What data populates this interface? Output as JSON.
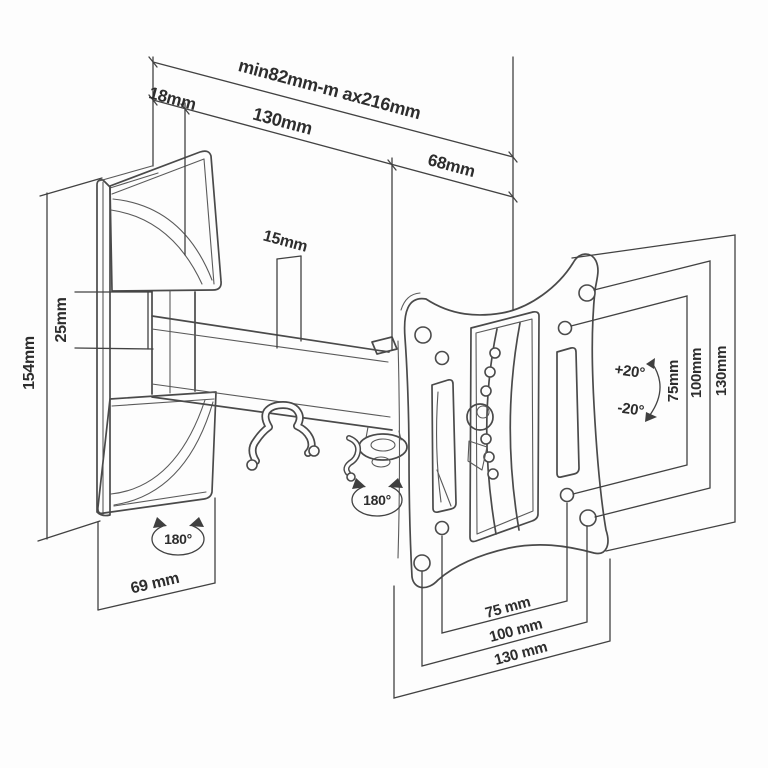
{
  "title": "Tilt and swivel TV wall mount bracket - dimensional technical drawing",
  "colors": {
    "background": "#fdfdfd",
    "line": "#4a4a4a",
    "text": "#2d2d2d"
  },
  "dimensions": {
    "extension_range": "min82mm-m ax216mm",
    "wall_offset": "18mm",
    "arm_length": "130mm",
    "head_depth": "68mm",
    "arm_width": "15mm",
    "wall_bracket_height": "154mm",
    "hinge_spacing": "25mm",
    "base_plate_width": "69 mm",
    "vesa_vertical_inner": "75mm",
    "vesa_vertical_mid": "100mm",
    "vesa_vertical_outer": "130mm",
    "vesa_horizontal_inner": "75 mm",
    "vesa_horizontal_mid": "100 mm",
    "vesa_horizontal_outer": "130 mm"
  },
  "angles": {
    "tilt_up": "+20°",
    "tilt_down": "-20°",
    "arm_swivel": "180°",
    "base_swivel": "180°"
  }
}
